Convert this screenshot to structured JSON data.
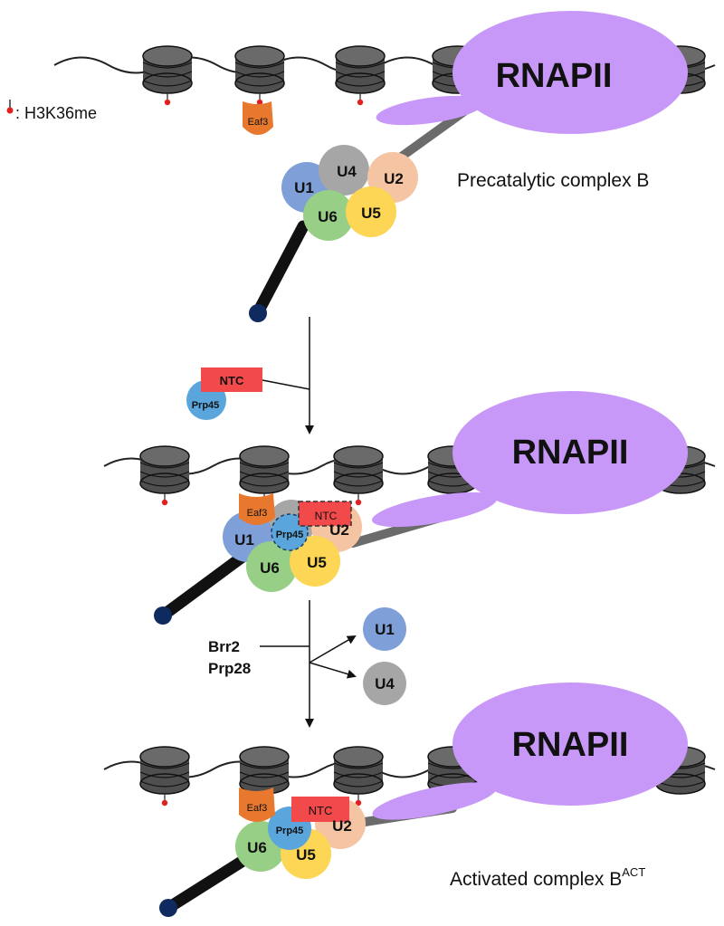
{
  "legend": {
    "mark_label": ": H3K36me"
  },
  "complexes": {
    "precatalytic_label": "Precatalytic complex B",
    "activated_label": "Activated complex B",
    "activated_superscript": "ACT"
  },
  "molecules": {
    "rnapii": "RNAPII",
    "eaf3": "Eaf3",
    "ntc": "NTC",
    "prp45": "Prp45",
    "u1": "U1",
    "u2": "U2",
    "u4": "U4",
    "u5": "U5",
    "u6": "U6"
  },
  "factors": {
    "brr2": "Brr2",
    "prp28": "Prp28"
  },
  "colors": {
    "rnapii": "#c898f8",
    "eaf3": "#e8782e",
    "ntc": "#f24a4a",
    "prp45": "#5aa6dc",
    "u1": "#7f9fd8",
    "u2": "#f5c4a2",
    "u4": "#a6a6a6",
    "u5": "#fcd654",
    "u6": "#97cf86",
    "nucleosome": "#4f4f4f",
    "rna": "#111111",
    "cap": "#0f2a5e",
    "mark": "#e0211f"
  }
}
